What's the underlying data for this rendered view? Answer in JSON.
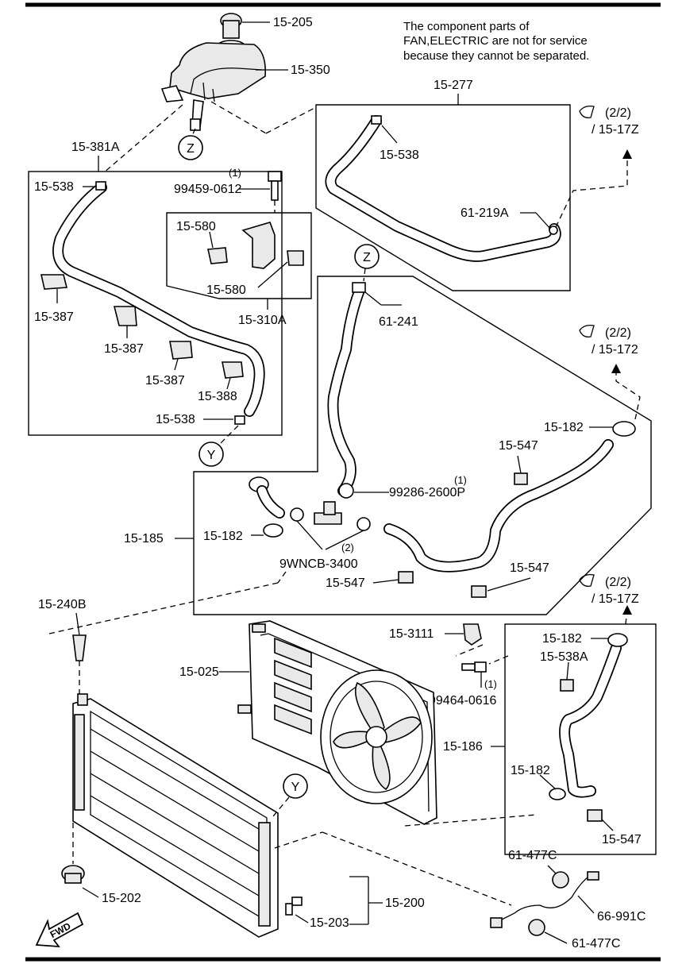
{
  "note": {
    "line1": "The component parts of",
    "line2": "FAN,ELECTRIC are not for service",
    "line3": "because they cannot be separated."
  },
  "labels": {
    "l_15_205": "15-205",
    "l_15_350": "15-350",
    "l_15_277": "15-277",
    "l_15_381A": "15-381A",
    "l_15_538_a": "15-538",
    "l_15_538_b": "15-538",
    "l_15_538_c": "15-538",
    "l_99459": "99459-0612",
    "l_99459_qty": "(1)",
    "l_15_580_a": "15-580",
    "l_15_580_b": "15-580",
    "l_15_310A": "15-310A",
    "l_61_219A": "61-219A",
    "l_15_387_a": "15-387",
    "l_15_387_b": "15-387",
    "l_15_387_c": "15-387",
    "l_15_388": "15-388",
    "l_61_241": "61-241",
    "l_15_182_a": "15-182",
    "l_15_182_b": "15-182",
    "l_15_182_c": "15-182",
    "l_15_182_d": "15-182",
    "l_15_547_a": "15-547",
    "l_15_547_b": "15-547",
    "l_15_547_c": "15-547",
    "l_15_547_d": "15-547",
    "l_99286": "99286-2600P",
    "l_99286_qty": "(1)",
    "l_15_185": "15-185",
    "l_9WNCB": "9WNCB-3400",
    "l_9WNCB_qty": "(2)",
    "l_15_240B": "15-240B",
    "l_15_3111": "15-3111",
    "l_15_025": "15-025",
    "l_99464": "99464-0616",
    "l_99464_qty": "(1)",
    "l_15_538A": "15-538A",
    "l_15_186": "15-186",
    "l_61_477C_a": "61-477C",
    "l_61_477C_b": "61-477C",
    "l_66_991C": "66-991C",
    "l_15_202": "15-202",
    "l_15_200": "15-200",
    "l_15_203": "15-203"
  },
  "refs": {
    "ref1_page": "(2/2)",
    "ref1_num": "/ 15-17Z",
    "ref2_page": "(2/2)",
    "ref2_num": "/ 15-172",
    "ref3_page": "(2/2)",
    "ref3_num": "/ 15-17Z"
  },
  "markers": {
    "z_top": "Z",
    "z_mid": "Z",
    "y_left": "Y",
    "y_radiator": "Y"
  },
  "fwd": "FWD",
  "icons": [
    "clip-reference-icon",
    "fan-icon",
    "radiator-icon",
    "reservoir-icon",
    "fwd-arrow-icon"
  ]
}
